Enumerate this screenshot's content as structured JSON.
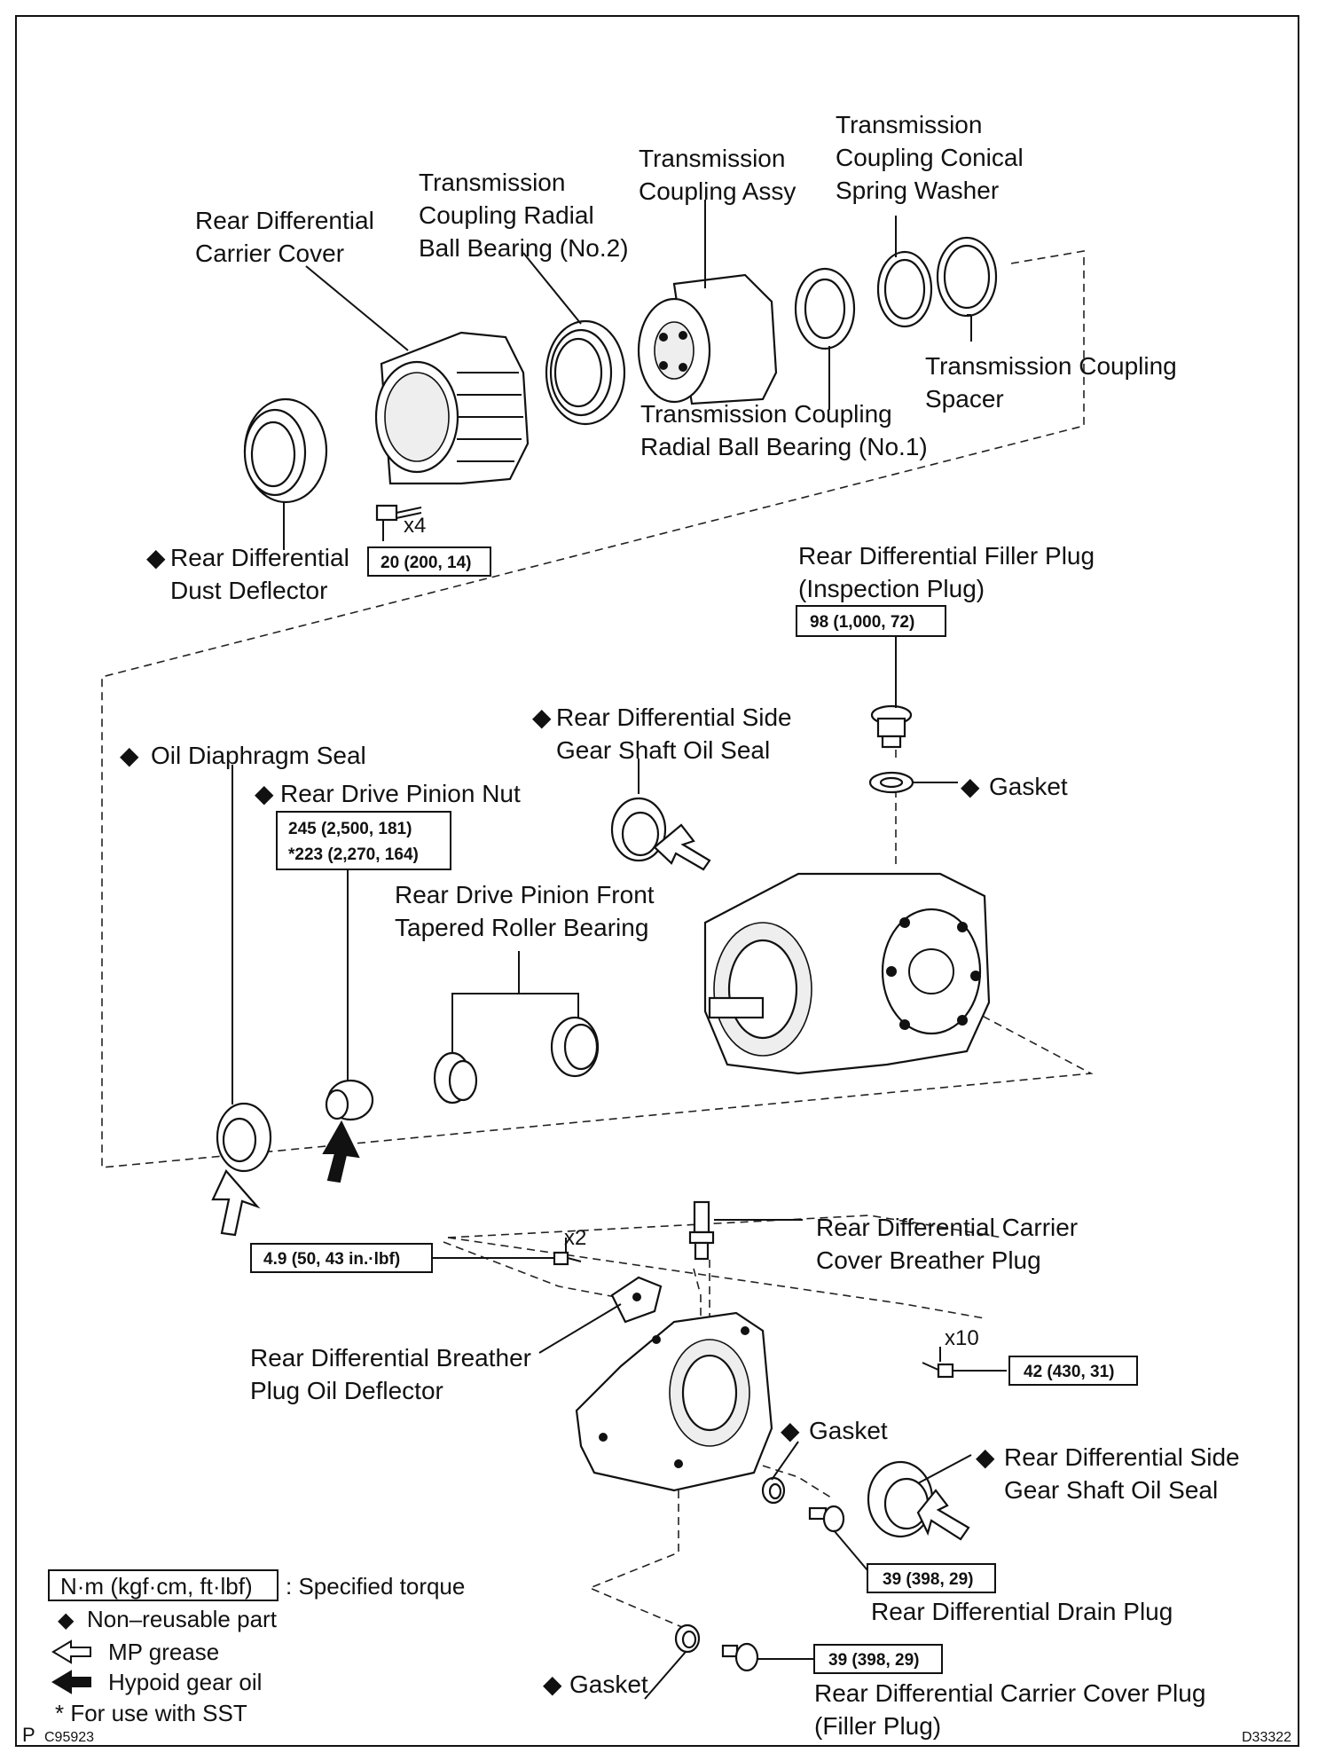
{
  "labels": {
    "carrier_cover": [
      "Rear Differential",
      "Carrier Cover"
    ],
    "radial_bearing_no2": [
      "Transmission",
      "Coupling Radial",
      "Ball Bearing (No.2)"
    ],
    "coupling_assy": [
      "Transmission",
      "Coupling Assy"
    ],
    "conical_washer": [
      "Transmission",
      "Coupling Conical",
      "Spring Washer"
    ],
    "coupling_spacer": [
      "Transmission Coupling",
      "Spacer"
    ],
    "radial_bearing_no1": [
      "Transmission Coupling",
      "Radial Ball Bearing (No.1)"
    ],
    "dust_deflector": [
      "Rear Differential",
      "Dust Deflector"
    ],
    "bolt_qty_x4": "x4",
    "filler_plug": [
      "Rear Differential Filler Plug",
      "(Inspection Plug)"
    ],
    "side_gear_seal_top": [
      "Rear  Differential  Side",
      "Gear Shaft Oil Seal"
    ],
    "gasket_top": "Gasket",
    "oil_diaphragm_seal": "Oil Diaphragm Seal",
    "pinion_nut": "Rear Drive Pinion Nut",
    "front_bearing": [
      "Rear Drive Pinion Front",
      "Tapered Roller Bearing"
    ],
    "breather_plug": [
      "Rear Differential Carrier",
      "Cover Breather Plug"
    ],
    "bolt_qty_x2": "x2",
    "bolt_qty_x10": "x10",
    "breather_deflector": [
      "Rear Differential Breather",
      "Plug Oil Deflector"
    ],
    "gasket_mid": "Gasket",
    "side_gear_seal_bottom": [
      "Rear Differential Side",
      "Gear Shaft Oil Seal"
    ],
    "drain_plug": "Rear Differential Drain Plug",
    "gasket_bottom": "Gasket",
    "cover_plug": [
      "Rear Differential Carrier Cover Plug",
      "(Filler Plug)"
    ]
  },
  "torques": {
    "cover_bolts": "20 (200, 14)",
    "filler_plug": "98 (1,000, 72)",
    "pinion_nut": "245 (2,500, 181)",
    "pinion_nut_sst": "*223 (2,270, 164)",
    "deflector_bolts": "4.9 (50, 43 in.·lbf)",
    "cover_bolts_x10": "42 (430, 31)",
    "drain_plug": "39 (398, 29)",
    "cover_plug": "39 (398, 29)"
  },
  "legend": {
    "torque_box": "N·m (kgf·cm, ft·lbf)",
    "torque_desc": ": Specified torque",
    "non_reusable": "Non–reusable part",
    "mp_grease": "MP grease",
    "hypoid_oil": "Hypoid gear oil",
    "sst_note": "* For use with SST"
  },
  "footer": {
    "page_marker": "P",
    "figure_code": "C95923",
    "drawing_code": "D33322"
  },
  "symbols": {
    "non_reusable_mark": "◆"
  }
}
